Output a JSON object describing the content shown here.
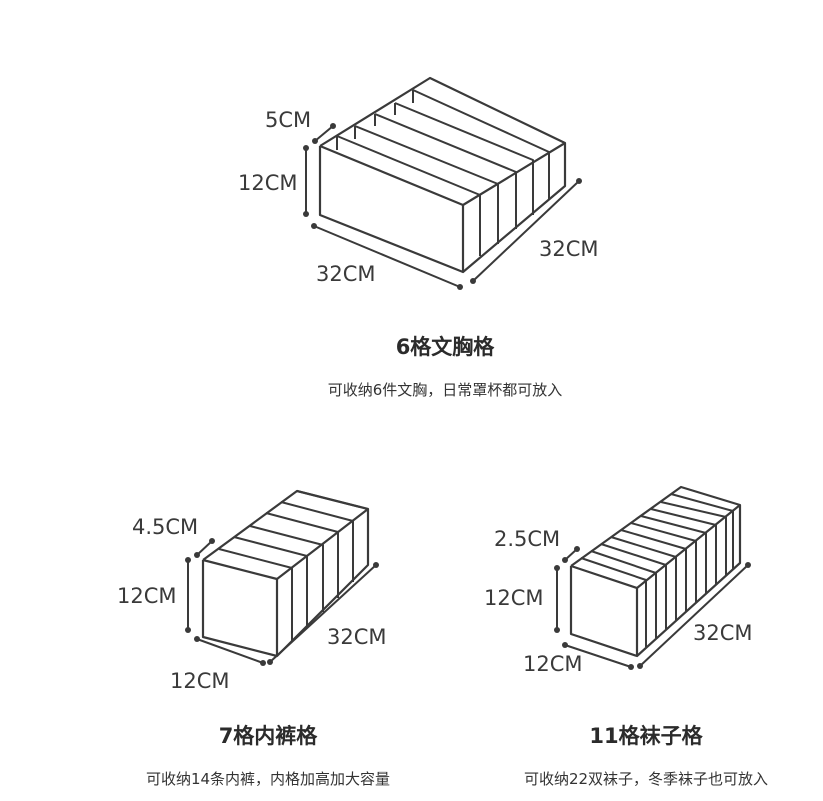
{
  "products": [
    {
      "id": "bra-6",
      "title": "6格文胸格",
      "description": "可收纳6件文胸，日常罩杯都可放入",
      "dimensions": {
        "depth": "5CM",
        "height": "12CM",
        "width": "32CM",
        "length": "32CM"
      },
      "compartments": 6
    },
    {
      "id": "underwear-7",
      "title": "7格内裤格",
      "description": "可收纳14条内裤，内格加高加大容量",
      "dimensions": {
        "depth": "4.5CM",
        "height": "12CM",
        "width": "12CM",
        "length": "32CM"
      },
      "compartments": 7
    },
    {
      "id": "socks-11",
      "title": "11格袜子格",
      "description": "可收纳22双袜子，冬季袜子也可放入",
      "dimensions": {
        "depth": "2.5CM",
        "height": "12CM",
        "width": "12CM",
        "length": "32CM"
      },
      "compartments": 11
    }
  ]
}
